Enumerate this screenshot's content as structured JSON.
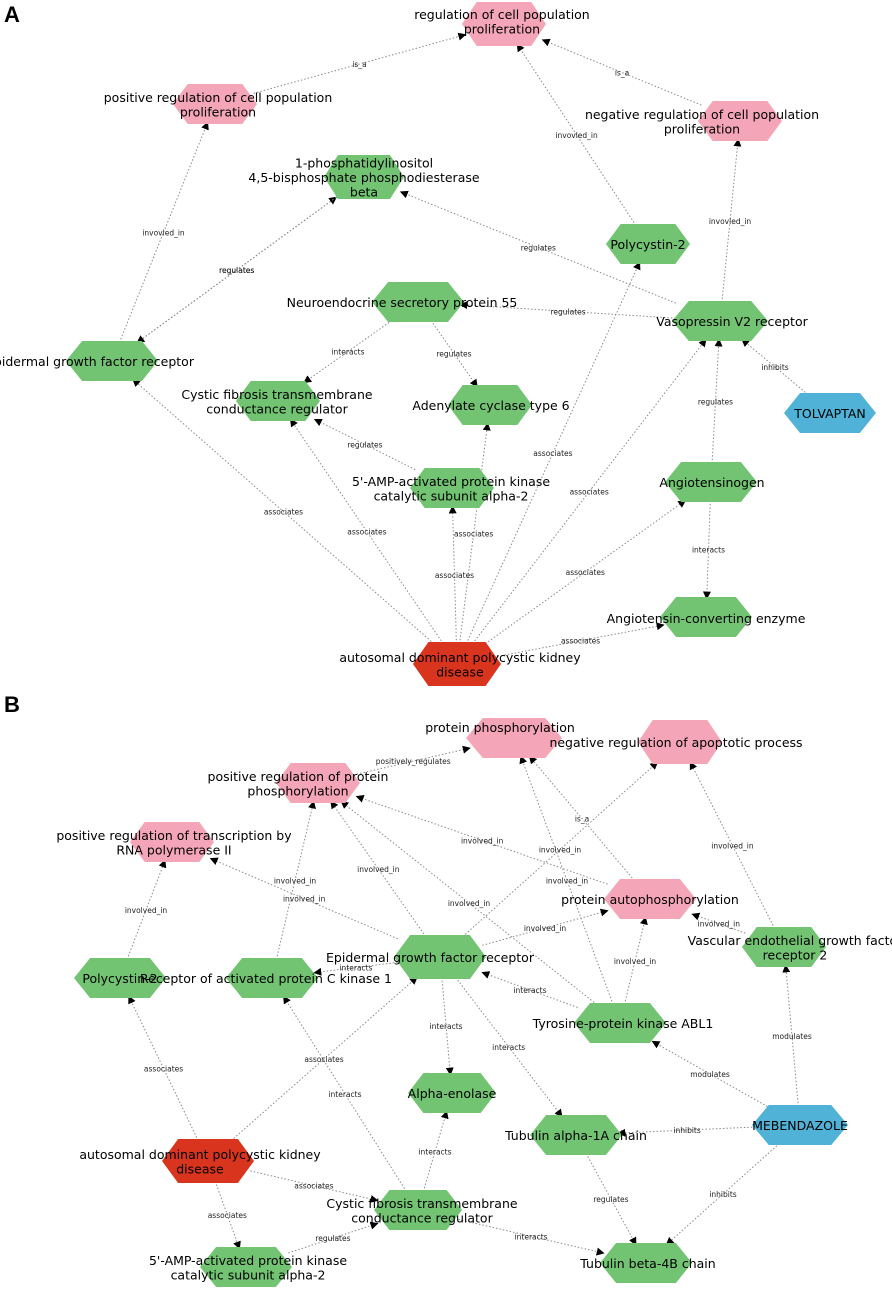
{
  "colors": {
    "process": "#f4a6b8",
    "gene": "#72c472",
    "disease": "#d8341e",
    "drug": "#4fb2d6",
    "edge": "#8a8a8a",
    "text": "#000000"
  },
  "panels": [
    {
      "label": "A",
      "nodes": [
        {
          "id": "rcpp",
          "type": "process",
          "text": [
            "regulation of cell population",
            "proliferation"
          ]
        },
        {
          "id": "prcpp",
          "type": "process",
          "text": [
            "positive regulation of cell population",
            "proliferation"
          ]
        },
        {
          "id": "nrcpp",
          "type": "process",
          "text": [
            "negative regulation of cell population",
            "proliferation"
          ]
        },
        {
          "id": "plcb",
          "type": "gene",
          "text": [
            "1-phosphatidylinositol",
            "4,5-bisphosphate phosphodiesterase",
            "beta"
          ]
        },
        {
          "id": "pkd2",
          "type": "gene",
          "text": [
            "Polycystin-2"
          ]
        },
        {
          "id": "nesp",
          "type": "gene",
          "text": [
            "Neuroendocrine secretory protein 55"
          ]
        },
        {
          "id": "avpr2",
          "type": "gene",
          "text": [
            "Vasopressin V2 receptor"
          ]
        },
        {
          "id": "egfr",
          "type": "gene",
          "text": [
            "Epidermal growth factor receptor"
          ]
        },
        {
          "id": "cftr",
          "type": "gene",
          "text": [
            "Cystic fibrosis transmembrane",
            "conductance regulator"
          ]
        },
        {
          "id": "adcy6",
          "type": "gene",
          "text": [
            "Adenylate cyclase type 6"
          ]
        },
        {
          "id": "tolv",
          "type": "drug",
          "text": [
            "TOLVAPTAN"
          ]
        },
        {
          "id": "ampk",
          "type": "gene",
          "text": [
            "5'-AMP-activated protein kinase",
            "catalytic subunit alpha-2"
          ]
        },
        {
          "id": "agt",
          "type": "gene",
          "text": [
            "Angiotensinogen"
          ]
        },
        {
          "id": "ace",
          "type": "gene",
          "text": [
            "Angiotensin-converting enzyme"
          ]
        },
        {
          "id": "adpkd",
          "type": "disease",
          "text": [
            "autosomal dominant polycystic kidney",
            "disease"
          ]
        }
      ],
      "edges": [
        {
          "from": "prcpp",
          "to": "rcpp",
          "label": "is_a"
        },
        {
          "from": "nrcpp",
          "to": "rcpp",
          "label": "is_a"
        },
        {
          "from": "pkd2",
          "to": "rcpp",
          "label": "invovled_in"
        },
        {
          "from": "avpr2",
          "to": "nrcpp",
          "label": "invovled_in"
        },
        {
          "from": "egfr",
          "to": "prcpp",
          "label": "invovled_in"
        },
        {
          "from": "avpr2",
          "to": "plcb",
          "label": "regulates"
        },
        {
          "from": "egfr",
          "to": "plcb",
          "label": "regulates"
        },
        {
          "from": "plcb",
          "to": "egfr",
          "label": "regulates"
        },
        {
          "from": "avpr2",
          "to": "nesp",
          "label": "regulates"
        },
        {
          "from": "nesp",
          "to": "cftr",
          "label": "interacts"
        },
        {
          "from": "nesp",
          "to": "adcy6",
          "label": "regulates"
        },
        {
          "from": "tolv",
          "to": "avpr2",
          "label": "inhibits"
        },
        {
          "from": "ampk",
          "to": "cftr",
          "label": "regulates"
        },
        {
          "from": "agt",
          "to": "avpr2",
          "label": "regulates"
        },
        {
          "from": "agt",
          "to": "ace",
          "label": "interacts"
        },
        {
          "from": "adpkd",
          "to": "egfr",
          "label": "associates"
        },
        {
          "from": "adpkd",
          "to": "cftr",
          "label": "associates"
        },
        {
          "from": "adpkd",
          "to": "ampk",
          "label": "associates"
        },
        {
          "from": "adpkd",
          "to": "adcy6",
          "label": "associates"
        },
        {
          "from": "adpkd",
          "to": "pkd2",
          "label": "associates"
        },
        {
          "from": "adpkd",
          "to": "avpr2",
          "label": "associates"
        },
        {
          "from": "adpkd",
          "to": "agt",
          "label": "associates"
        },
        {
          "from": "adpkd",
          "to": "ace",
          "label": "associates"
        }
      ]
    },
    {
      "label": "B",
      "nodes": [
        {
          "id": "pp",
          "type": "process",
          "text": [
            "protein phosphorylation"
          ]
        },
        {
          "id": "nrap",
          "type": "process",
          "text": [
            "negative regulation of apoptotic process"
          ]
        },
        {
          "id": "prpp",
          "type": "process",
          "text": [
            "positive regulation of protein",
            "phosphorylation"
          ]
        },
        {
          "id": "prtr",
          "type": "process",
          "text": [
            "positive regulation of transcription by",
            "RNA polymerase II"
          ]
        },
        {
          "id": "pap",
          "type": "process",
          "text": [
            "protein autophosphorylation"
          ]
        },
        {
          "id": "vegfr2",
          "type": "gene",
          "text": [
            "Vascular endothelial growth factor",
            "receptor 2"
          ]
        },
        {
          "id": "egfr",
          "type": "gene",
          "text": [
            "Epidermal growth factor receptor"
          ]
        },
        {
          "id": "pkd2",
          "type": "gene",
          "text": [
            "Polycystin-2"
          ]
        },
        {
          "id": "rack1",
          "type": "gene",
          "text": [
            "Receptor of activated protein C kinase 1"
          ]
        },
        {
          "id": "abl1",
          "type": "gene",
          "text": [
            "Tyrosine-protein kinase ABL1"
          ]
        },
        {
          "id": "eno",
          "type": "gene",
          "text": [
            "Alpha-enolase"
          ]
        },
        {
          "id": "mebe",
          "type": "drug",
          "text": [
            "MEBENDAZOLE"
          ]
        },
        {
          "id": "tuba",
          "type": "gene",
          "text": [
            "Tubulin alpha-1A chain"
          ]
        },
        {
          "id": "adpkd",
          "type": "disease",
          "text": [
            "autosomal dominant polycystic kidney",
            "disease"
          ]
        },
        {
          "id": "cftr",
          "type": "gene",
          "text": [
            "Cystic fibrosis transmembrane",
            "conductance regulator"
          ]
        },
        {
          "id": "ampk",
          "type": "gene",
          "text": [
            "5'-AMP-activated protein kinase",
            "catalytic subunit alpha-2"
          ]
        },
        {
          "id": "tubb",
          "type": "gene",
          "text": [
            "Tubulin beta-4B chain"
          ]
        }
      ],
      "edges": [
        {
          "from": "prpp",
          "to": "pp",
          "label": "positively_regulates"
        },
        {
          "from": "pap",
          "to": "pp",
          "label": "is_a"
        },
        {
          "from": "abl1",
          "to": "pp",
          "label": "involved_in"
        },
        {
          "from": "egfr",
          "to": "nrap",
          "label": "involved_in"
        },
        {
          "from": "vegfr2",
          "to": "nrap",
          "label": "involved_in"
        },
        {
          "from": "pap",
          "to": "prpp",
          "label": "involved_in"
        },
        {
          "from": "egfr",
          "to": "prpp",
          "label": "involved_in"
        },
        {
          "from": "rack1",
          "to": "prpp",
          "label": "involved_in"
        },
        {
          "from": "abl1",
          "to": "prpp",
          "label": "involved_in"
        },
        {
          "from": "egfr",
          "to": "prtr",
          "label": "involved_in"
        },
        {
          "from": "pkd2",
          "to": "prtr",
          "label": "involved_in"
        },
        {
          "from": "egfr",
          "to": "pap",
          "label": "involved_in"
        },
        {
          "from": "abl1",
          "to": "pap",
          "label": "involved_in"
        },
        {
          "from": "vegfr2",
          "to": "pap",
          "label": "involved_in"
        },
        {
          "from": "egfr",
          "to": "rack1",
          "label": "interacts"
        },
        {
          "from": "abl1",
          "to": "egfr",
          "label": "interacts"
        },
        {
          "from": "egfr",
          "to": "eno",
          "label": "interacts"
        },
        {
          "from": "egfr",
          "to": "tuba",
          "label": "interacts"
        },
        {
          "from": "mebe",
          "to": "vegfr2",
          "label": "modulates"
        },
        {
          "from": "mebe",
          "to": "abl1",
          "label": "modulates"
        },
        {
          "from": "mebe",
          "to": "tuba",
          "label": "inhibits"
        },
        {
          "from": "mebe",
          "to": "tubb",
          "label": "inhibits"
        },
        {
          "from": "tuba",
          "to": "tubb",
          "label": "regulates"
        },
        {
          "from": "adpkd",
          "to": "pkd2",
          "label": "associates"
        },
        {
          "from": "adpkd",
          "to": "egfr",
          "label": "associates"
        },
        {
          "from": "adpkd",
          "to": "cftr",
          "label": "associates"
        },
        {
          "from": "adpkd",
          "to": "ampk",
          "label": "associates"
        },
        {
          "from": "cftr",
          "to": "rack1",
          "label": "interacts"
        },
        {
          "from": "cftr",
          "to": "eno",
          "label": "interacts"
        },
        {
          "from": "cftr",
          "to": "tubb",
          "label": "interacts"
        },
        {
          "from": "ampk",
          "to": "cftr",
          "label": "regulates"
        }
      ]
    }
  ]
}
